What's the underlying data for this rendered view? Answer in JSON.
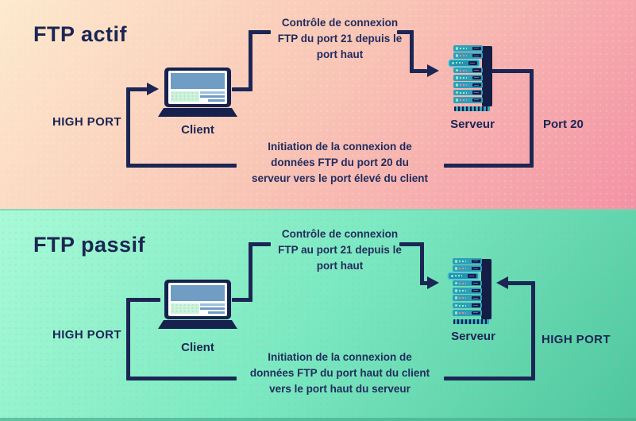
{
  "colors": {
    "ink": "#1c2654",
    "active_bg_from": "#fdeacd",
    "active_bg_to": "#f392a5",
    "passive_bg_from": "#a7fbd7",
    "passive_bg_to": "#4ec79e",
    "server_teal": "#2f9fba",
    "led_green": "#8deec9",
    "laptop_screen_blue": "#6f9dc4"
  },
  "icons": {
    "client": "laptop-icon",
    "server": "server-rack-icon",
    "server_rows": 8
  },
  "active": {
    "title": "FTP actif",
    "control_lines": [
      "Contrôle de connexion",
      "FTP du port 21 depuis le",
      "port haut"
    ],
    "data_lines": [
      "Initiation de la connexion de",
      "données FTP du port 20 du",
      "serveur vers le port élevé du client"
    ],
    "high_port": "HIGH PORT",
    "client": "Client",
    "server": "Serveur",
    "port_20": "Port 20"
  },
  "passive": {
    "title": "FTP passif",
    "control_lines": [
      "Contrôle de connexion",
      "FTP au port 21 depuis le",
      "port haut"
    ],
    "data_lines": [
      "Initiation de la connexion de",
      "données FTP du port haut du client",
      "vers le port haut du serveur"
    ],
    "high_port_left": "HIGH PORT",
    "high_port_right": "HIGH PORT",
    "client": "Client",
    "server": "Serveur"
  }
}
